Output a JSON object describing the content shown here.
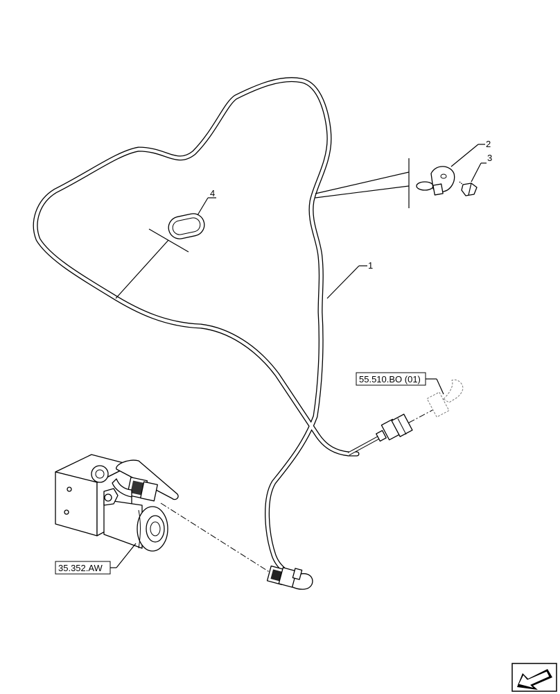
{
  "callouts": {
    "harness": "1",
    "clip": "2",
    "bolt": "3",
    "grommet": "4"
  },
  "references": {
    "connector_ref": "55.510.BO (01)",
    "solenoid_ref": "35.352.AW"
  },
  "navigation": {
    "icon": "previous-page-arrow-icon"
  }
}
